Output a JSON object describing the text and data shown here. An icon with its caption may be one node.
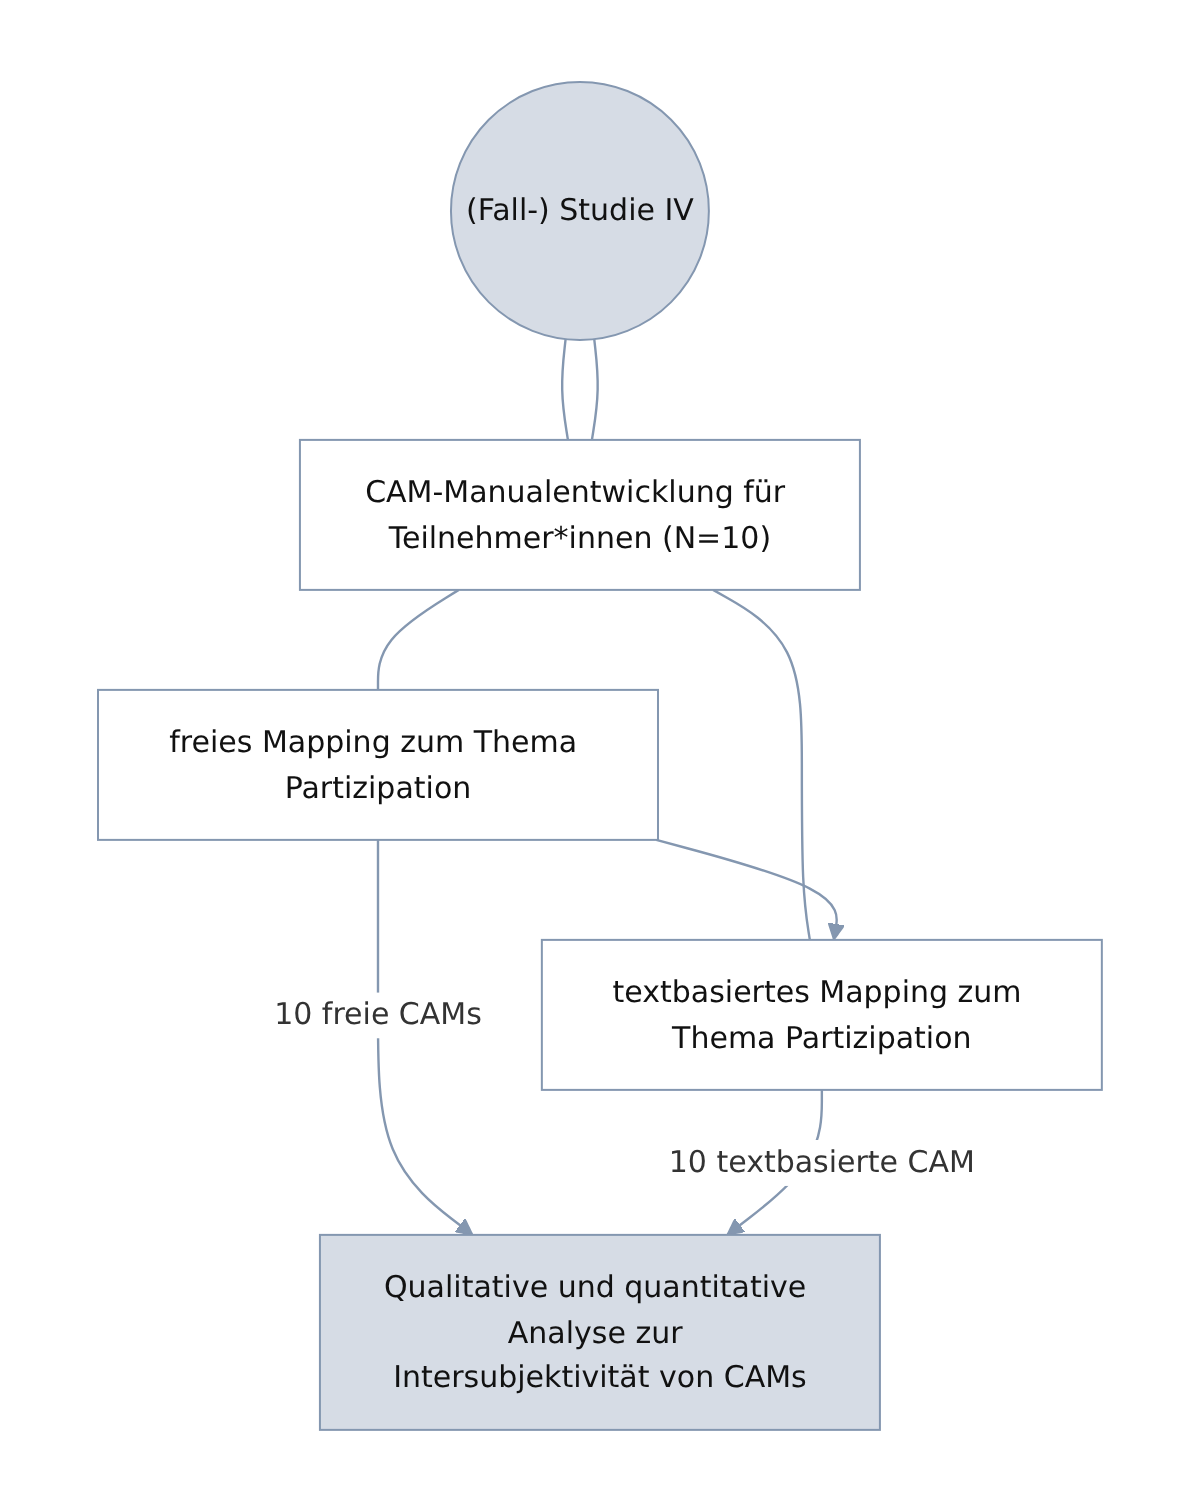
{
  "diagram": {
    "nodes": [
      {
        "text": [
          "(Fall-) Studie IV"
        ]
      },
      {
        "text": [
          "CAM-Manualentwicklung für Teilnehmer*innen (N=10)"
        ]
      },
      {
        "text": [
          "freies Mapping zum Thema Partizipation"
        ]
      },
      {
        "text": [
          "textbasiertes Mapping zum Thema Partizipation"
        ]
      },
      {
        "text": [
          "Qualitative und quantitative Analyse zur Intersubjektivität von CAMs"
        ]
      }
    ],
    "edges": [
      {
        "from": 0,
        "to": 1,
        "arrow": "none"
      },
      {
        "from": 0,
        "to": 1,
        "arrow": "none"
      },
      {
        "from": 1,
        "to": 2,
        "arrow": "none"
      },
      {
        "from": 1,
        "to": 3,
        "arrow": "none"
      },
      {
        "from": 2,
        "to": 3,
        "arrow": "to"
      },
      {
        "from": 2,
        "to": 4,
        "arrow": "to",
        "label": "10 freie CAMs"
      },
      {
        "from": 3,
        "to": 4,
        "arrow": "to",
        "label": "10 textbasierte CAM"
      }
    ]
  }
}
